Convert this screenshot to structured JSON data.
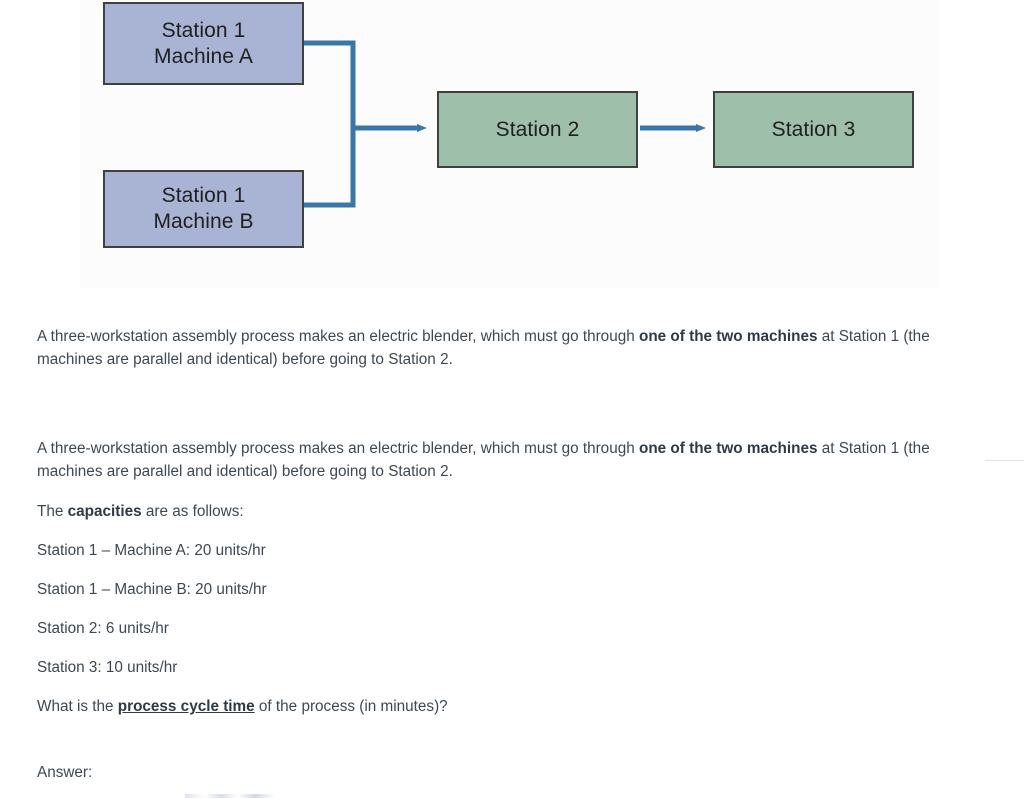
{
  "diagram": {
    "type": "process-flow",
    "colors": {
      "machine_box_fill": "#a9b3d4",
      "station_box_fill": "#9ebfaa",
      "box_border": "#404040",
      "connector": "#3a76a8"
    },
    "nodes": [
      {
        "id": "station1-machine-a",
        "line1": "Station 1",
        "line2": "Machine A",
        "fill": "#a9b3d4"
      },
      {
        "id": "station1-machine-b",
        "line1": "Station 1",
        "line2": "Machine B",
        "fill": "#a9b3d4"
      },
      {
        "id": "station2",
        "line1": "Station 2",
        "line2": "",
        "fill": "#9ebfaa"
      },
      {
        "id": "station3",
        "line1": "Station 3",
        "line2": "",
        "fill": "#9ebfaa"
      }
    ],
    "edges": [
      {
        "from": "station1-machine-a",
        "to": "station2",
        "style": "merge-bracket"
      },
      {
        "from": "station1-machine-b",
        "to": "station2",
        "style": "merge-bracket"
      },
      {
        "from": "station2",
        "to": "station3",
        "style": "arrow"
      }
    ]
  },
  "content": {
    "intro_1": {
      "part1": "A three-workstation assembly process makes an electric blender, which must go through ",
      "emphasis": "one of the two machines",
      "part2": " at Station 1 (the machines are parallel and identical) before going to Station 2."
    },
    "intro_2": {
      "part1": "A three-workstation assembly process makes an electric blender, which must go through ",
      "emphasis": "one of the two machines",
      "part2": " at Station 1 (the machines are parallel and identical) before going to Station 2."
    },
    "capacities_heading": {
      "part1": "The ",
      "emphasis": "capacities",
      "part2": " are as follows:"
    },
    "capacity_lines": [
      "Station 1 – Machine A: 20 units/hr",
      "Station 1 – Machine B: 20 units/hr",
      "Station 2: 6 units/hr",
      "Station 3: 10 units/hr"
    ],
    "question": {
      "part1": "What is the ",
      "emphasis": "process cycle time",
      "part2": " of the process (in minutes)?"
    },
    "answer_label": "Answer:"
  }
}
